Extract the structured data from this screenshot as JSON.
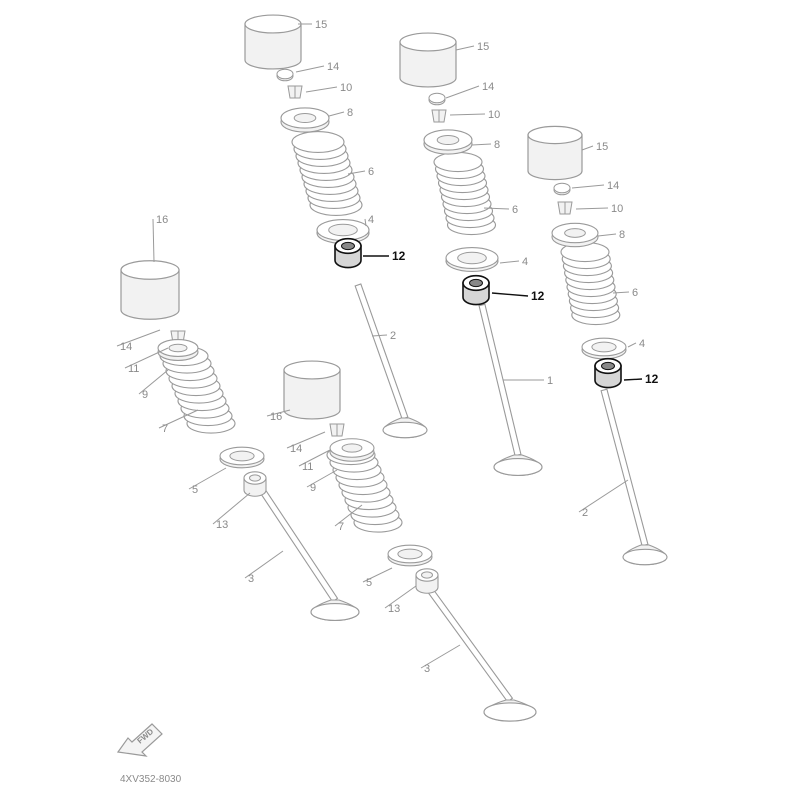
{
  "diagram": {
    "code": "4XV352-8030",
    "fwd_label": "FWD",
    "colors": {
      "line": "#9a9a9a",
      "fill": "#f2f2f2",
      "highlight_line": "#111111",
      "highlight_fill": "#d6d6d6"
    },
    "labels": {
      "l15a": "15",
      "l14a": "14",
      "l10a": "10",
      "l8a": "8",
      "l6a": "6",
      "l4a": "4",
      "l12a": "12",
      "l2a": "2",
      "l15b": "15",
      "l14b": "14",
      "l10b": "10",
      "l8b": "8",
      "l6b": "6",
      "l4b": "4",
      "l12b": "12",
      "l1b": "1",
      "l15c": "15",
      "l14c": "14",
      "l10c": "10",
      "l8c": "8",
      "l6c": "6",
      "l4c": "4",
      "l12c": "12",
      "l2c": "2",
      "l16d": "16",
      "l14d": "14",
      "l11d": "11",
      "l9d": "9",
      "l7d": "7",
      "l5d": "5",
      "l13d": "13",
      "l3d": "3",
      "l16e": "16",
      "l14e": "14",
      "l11e": "11",
      "l9e": "9",
      "l7e": "7",
      "l5e": "5",
      "l13e": "13",
      "l3e": "3"
    }
  }
}
